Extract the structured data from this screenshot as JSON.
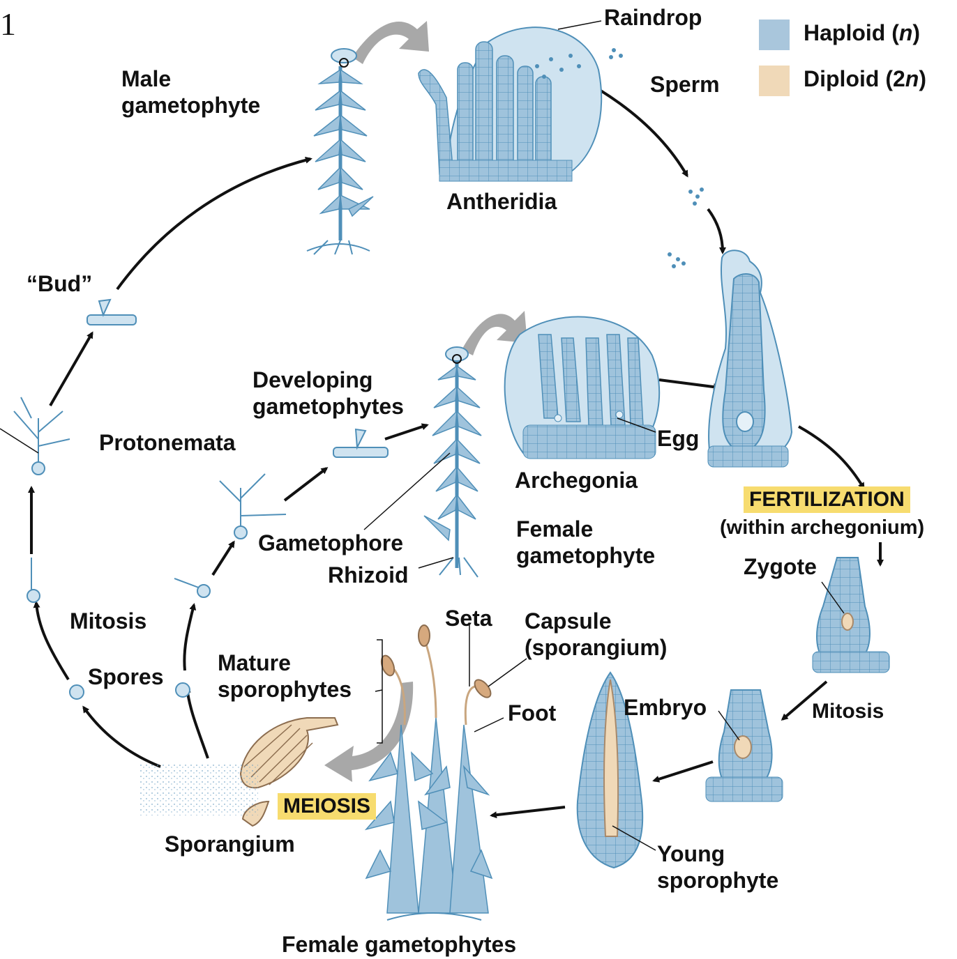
{
  "figure_number": "1",
  "legend": [
    {
      "label_main": "Haploid (",
      "label_var": "n",
      "label_end": ")",
      "color": "#a9c6dc"
    },
    {
      "label_main": "Diploid (2",
      "label_var": "n",
      "label_end": ")",
      "color": "#f0d9b8"
    }
  ],
  "labels": {
    "raindrop": "Raindrop",
    "sperm": "Sperm",
    "male_gametophyte_1": "Male",
    "male_gametophyte_2": "gametophyte",
    "antheridia": "Antheridia",
    "bud": "“Bud”",
    "developing_1": "Developing",
    "developing_2": "gametophytes",
    "protonemata": "Protonemata",
    "gametophore": "Gametophore",
    "rhizoid": "Rhizoid",
    "archegonia": "Archegonia",
    "egg": "Egg",
    "female_gametophyte_1": "Female",
    "female_gametophyte_2": "gametophyte",
    "fertilization": "FERTILIZATION",
    "within_archegonium": "(within archegonium)",
    "zygote": "Zygote",
    "mitosis_left": "Mitosis",
    "mitosis_right": "Mitosis",
    "spores": "Spores",
    "mature_1": "Mature",
    "mature_2": "sporophytes",
    "seta": "Seta",
    "capsule_1": "Capsule",
    "capsule_2": "(sporangium)",
    "foot": "Foot",
    "embryo": "Embryo",
    "meiosis": "MEIOSIS",
    "sporangium": "Sporangium",
    "young_1": "Young",
    "young_2": "sporophyte",
    "female_gametophytes": "Female gametophytes"
  },
  "colors": {
    "haploid_fill": "#a9c6dc",
    "haploid_dark": "#4f8fb8",
    "diploid_fill": "#f0d9b8",
    "diploid_dark": "#a8896a",
    "arrow_black": "#111111",
    "arrow_gray": "#a8a8a8",
    "highlight": "#f7dc6f"
  }
}
